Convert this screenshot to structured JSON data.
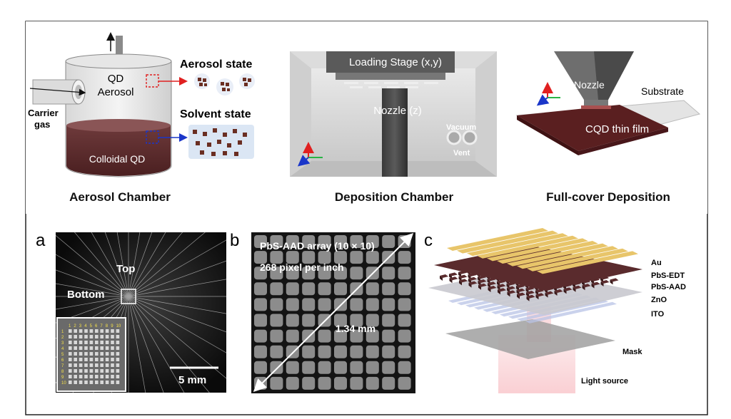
{
  "top_panels": {
    "aerosol_chamber": {
      "caption": "Aerosol Chamber",
      "qd_label_1": "QD",
      "qd_label_2": "Aerosol",
      "carrier_1": "Carrier",
      "carrier_2": "gas",
      "colloidal": "Colloidal QD",
      "aerosol_state": "Aerosol state",
      "solvent_state": "Solvent state"
    },
    "deposition_chamber": {
      "caption": "Deposition Chamber",
      "loading_stage": "Loading Stage (x,y)",
      "nozzle": "Nozzle (z)",
      "vacuum": "Vacuum",
      "vent": "Vent"
    },
    "full_cover": {
      "caption": "Full-cover Deposition",
      "nozzle": "Nozzle",
      "substrate": "Substrate",
      "film": "CQD thin film"
    }
  },
  "panel_a": {
    "letter": "a",
    "top": "Top",
    "bottom": "Bottom",
    "scale": "5 mm",
    "inset_numbers": [
      "1",
      "2",
      "3",
      "4",
      "5",
      "6",
      "7",
      "8",
      "9",
      "10"
    ]
  },
  "panel_b": {
    "letter": "b",
    "line1": "PbS-AAD array (10 × 10)",
    "line2": "268 pixel per inch",
    "dimension": "1.34 mm"
  },
  "panel_c": {
    "letter": "c",
    "layers": [
      "Au",
      "PbS-EDT",
      "PbS-AAD",
      "ZnO",
      "ITO"
    ],
    "mask": "Mask",
    "light": "Light source"
  },
  "colors": {
    "film": "#5a1f20",
    "gold": "#e8c56a",
    "arrow_red": "#e02020",
    "arrow_blue": "#1a36c9"
  }
}
